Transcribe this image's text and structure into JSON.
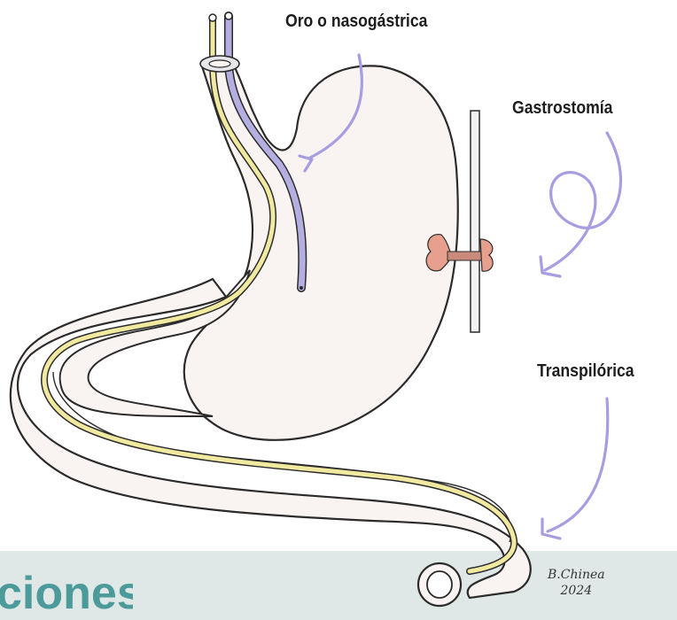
{
  "labels": {
    "oro_nasogastrica": "Oro o nasogástrica",
    "gastrostomia": "Gastrostomía",
    "transpilorica": "Transpilórica"
  },
  "footer": {
    "heading_fragment": "ciones",
    "signature_name": "B.Chinea",
    "signature_year": "2024"
  },
  "colors": {
    "tube_purple": "#b5aee0",
    "tube_yellow": "#f2e9a1",
    "arrow_purple": "#a79de0",
    "gastrostomy_pink": "#e8a08e",
    "band_background": "#dfe8e6",
    "heading_teal": "#4d9a9a"
  },
  "icons": [
    "curved-arrow-icon",
    "loop-arrow-icon"
  ]
}
